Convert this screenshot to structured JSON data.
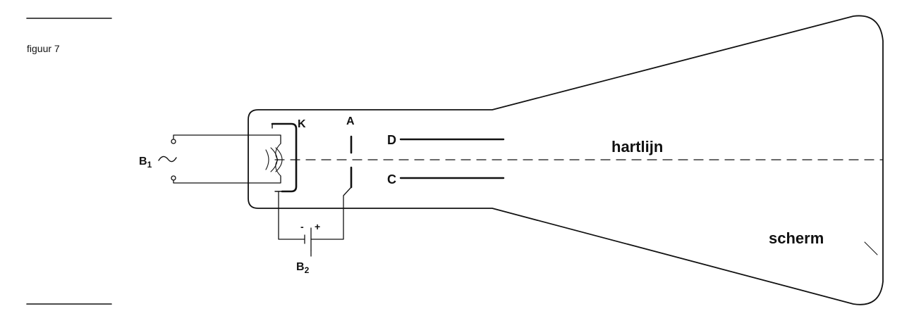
{
  "figure": {
    "caption": "figuur 7"
  },
  "labels": {
    "cathode": "K",
    "anode": "A",
    "plate_d": "D",
    "plate_c": "C",
    "axis": "hartlijn",
    "screen": "scherm",
    "source_b1_main": "B",
    "source_b1_sub": "1",
    "source_b2_main": "B",
    "source_b2_sub": "2",
    "battery_minus": "-",
    "battery_plus": "+",
    "ac_symbol": "~"
  },
  "colors": {
    "ink": "#111111",
    "background": "#ffffff"
  }
}
